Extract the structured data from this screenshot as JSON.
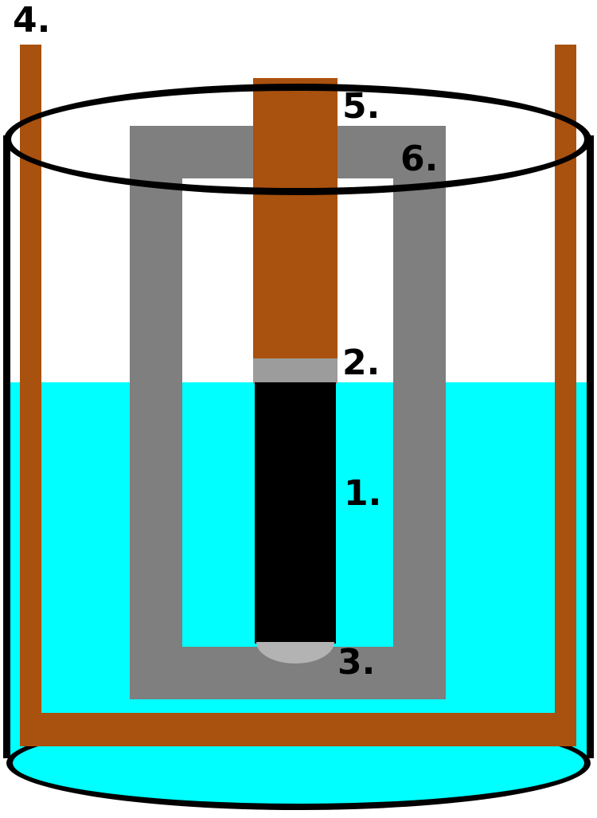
{
  "labels": [
    {
      "name": "label-1",
      "text": "1."
    },
    {
      "name": "label-2",
      "text": "2."
    },
    {
      "name": "label-3",
      "text": "3."
    },
    {
      "name": "label-4",
      "text": "4."
    },
    {
      "name": "label-5",
      "text": "5."
    },
    {
      "name": "label-6",
      "text": "6."
    }
  ],
  "colors": {
    "background": "#ffffff",
    "liquid": "#00ffff",
    "copper": "#a9510e",
    "frame_gray": "#7f7f7f",
    "band_gray": "#9c9c9c",
    "tip_gray": "#b3b3b3",
    "electrode_black": "#000000",
    "outline": "#000000"
  }
}
